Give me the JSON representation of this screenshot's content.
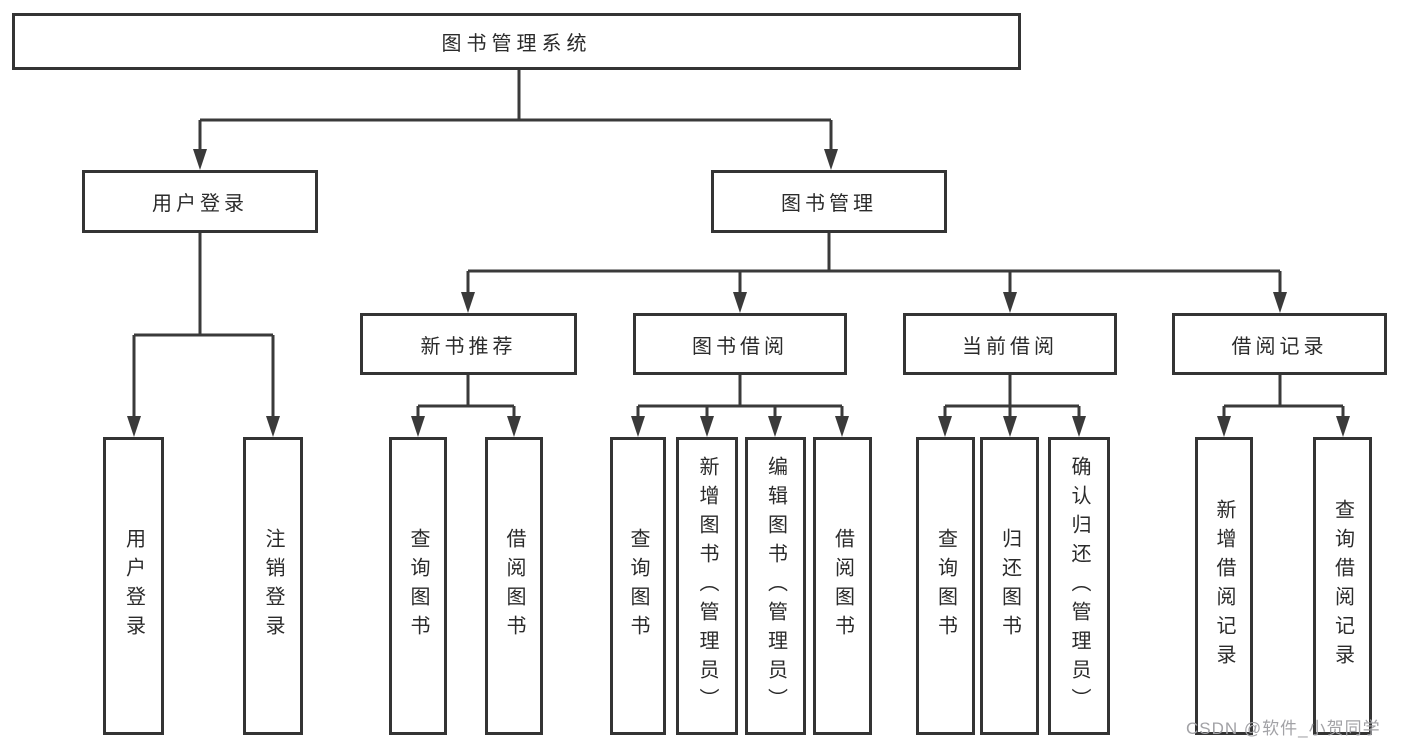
{
  "tree": {
    "label": "图书管理系统",
    "children": [
      {
        "label": "用户登录",
        "children": [
          {
            "label": "用户登录"
          },
          {
            "label": "注销登录"
          }
        ]
      },
      {
        "label": "图书管理",
        "children": [
          {
            "label": "新书推荐",
            "children": [
              {
                "label": "查询图书"
              },
              {
                "label": "借阅图书"
              }
            ]
          },
          {
            "label": "图书借阅",
            "children": [
              {
                "label": "查询图书"
              },
              {
                "label": "新增图书（管理员）"
              },
              {
                "label": "编辑图书（管理员）"
              },
              {
                "label": "借阅图书"
              }
            ]
          },
          {
            "label": "当前借阅",
            "children": [
              {
                "label": "查询图书"
              },
              {
                "label": "归还图书"
              },
              {
                "label": "确认归还（管理员）"
              }
            ]
          },
          {
            "label": "借阅记录",
            "children": [
              {
                "label": "新增借阅记录"
              },
              {
                "label": "查询借阅记录"
              }
            ]
          }
        ]
      }
    ]
  },
  "watermark": "CSDN @软件_小贺同学",
  "colors": {
    "line": "#3a3a3a",
    "box_border": "#343434",
    "text": "#2b2b2b",
    "watermark": "#a2a2a6",
    "background": "#ffffff"
  }
}
